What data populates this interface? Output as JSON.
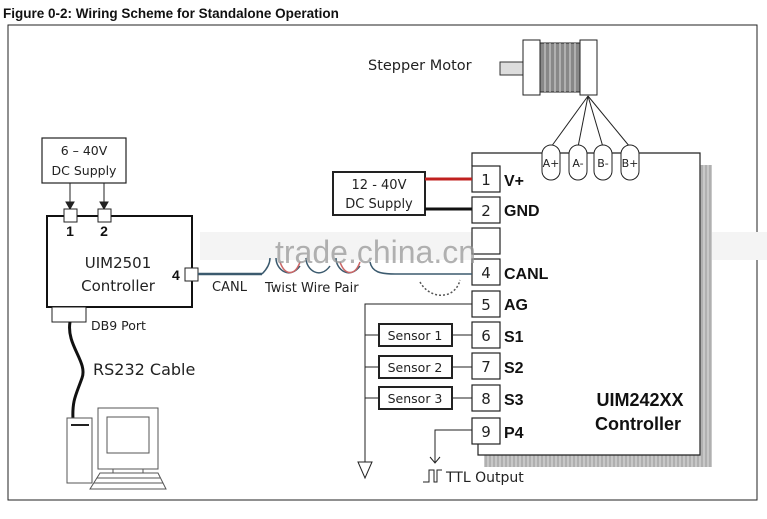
{
  "title": "Figure 0-2: Wiring Scheme for Standalone Operation",
  "motor": {
    "label": "Stepper Motor",
    "terminals": [
      "A+",
      "A-",
      "B-",
      "B+"
    ]
  },
  "left_supply": {
    "line1": "6 – 40V",
    "line2": "DC Supply"
  },
  "left_controller": {
    "name": "UIM2501",
    "label": "Controller",
    "pins": [
      "1",
      "2"
    ],
    "can_pin": "4",
    "port": "DB9 Port"
  },
  "cable": {
    "rs232": "RS232 Cable",
    "canl": "CANL",
    "twist": "Twist Wire Pair"
  },
  "right_supply": {
    "line1": "12 - 40V",
    "line2": "DC Supply"
  },
  "main_controller": {
    "name": "UIM242XX",
    "label": "Controller",
    "pins": [
      {
        "num": "1",
        "name": "V+"
      },
      {
        "num": "2",
        "name": "GND"
      },
      {
        "num": "4",
        "name": "CANL"
      },
      {
        "num": "5",
        "name": "AG"
      },
      {
        "num": "6",
        "name": "S1"
      },
      {
        "num": "7",
        "name": "S2"
      },
      {
        "num": "8",
        "name": "S3"
      },
      {
        "num": "9",
        "name": "P4"
      }
    ]
  },
  "sensors": [
    "Sensor 1",
    "Sensor 2",
    "Sensor 3"
  ],
  "ttl_output": "TTL Output",
  "watermark": "trade.china.cn",
  "colors": {
    "vplus_wire": "#c0201f",
    "gnd_wire": "#111111",
    "can_wire": "#3b5a6e"
  }
}
